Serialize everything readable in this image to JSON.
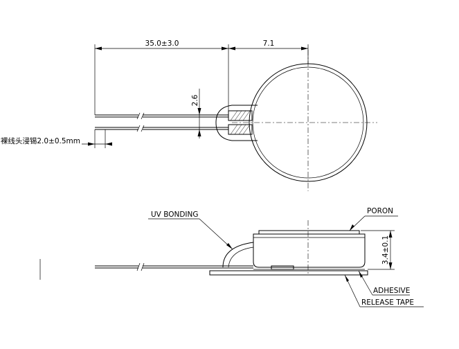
{
  "top_view": {
    "dim_lead_length": "35.0±3.0",
    "dim_offset": "7.1",
    "dim_lead_spacing": "2.6",
    "note_tinned_lead": "裸线头浸锡2.0±0.5mm"
  },
  "side_view": {
    "label_uv_bonding": "UV BONDING",
    "label_poron": "PORON",
    "dim_height": "3.4±0.1",
    "label_adhesive": "ADHESIVE",
    "label_release_tape": "RELEASE TAPE"
  }
}
